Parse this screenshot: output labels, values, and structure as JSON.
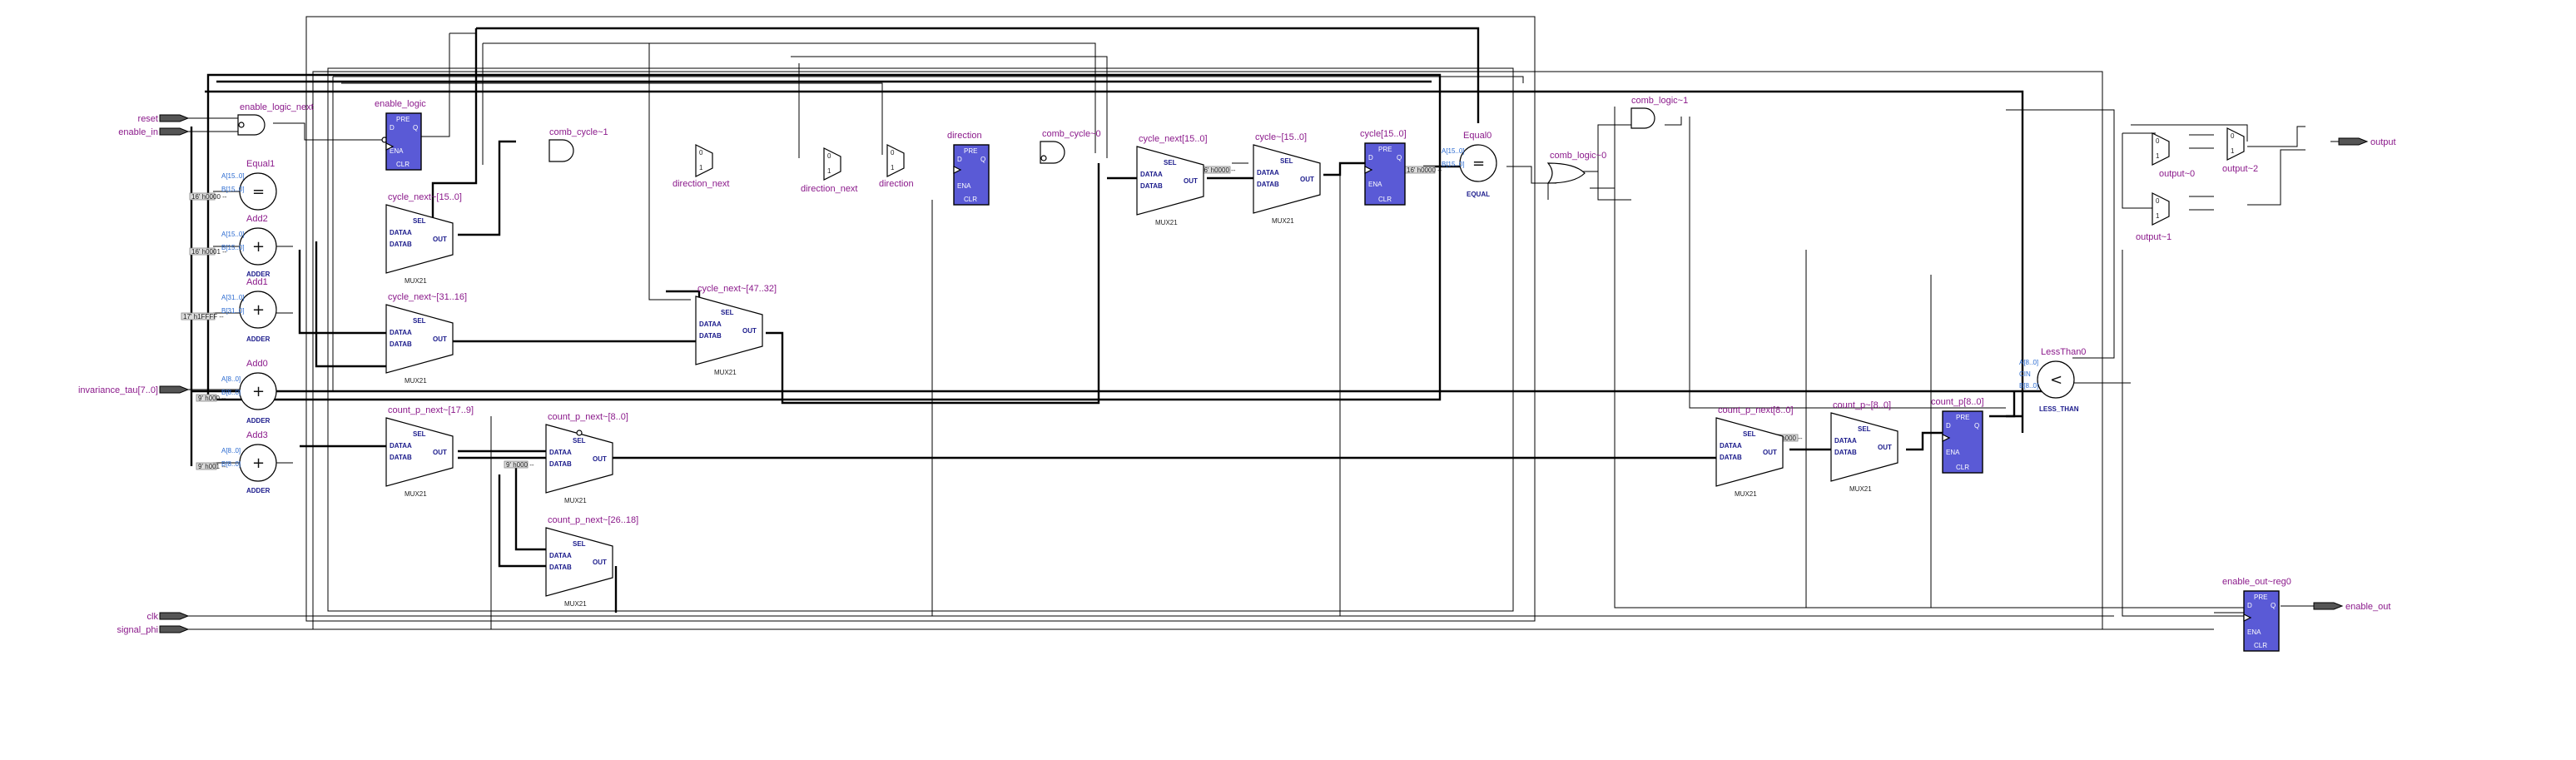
{
  "ports": {
    "inputs": [
      {
        "id": "reset",
        "label": "reset"
      },
      {
        "id": "enable_in",
        "label": "enable_in"
      },
      {
        "id": "invariance_tau",
        "label": "invariance_tau[7..0]"
      },
      {
        "id": "clk",
        "label": "clk"
      },
      {
        "id": "signal_phi",
        "label": "signal_phi"
      }
    ],
    "outputs": [
      {
        "id": "output",
        "label": "output"
      },
      {
        "id": "enable_out",
        "label": "enable_out"
      }
    ]
  },
  "registers": [
    {
      "id": "enable_logic",
      "label": "enable_logic",
      "kind": "PRE",
      "top": "D",
      "q": "Q",
      "en": "ENA",
      "bottom": "CLR"
    },
    {
      "id": "direction_reg",
      "label": "direction",
      "kind": "PRE",
      "top": "D",
      "q": "Q",
      "en": "ENA",
      "bottom": "CLR"
    },
    {
      "id": "cycle_reg",
      "label": "cycle[15..0]",
      "kind": "PRE",
      "top": "D",
      "q": "Q",
      "en": "ENA",
      "bottom": "CLR"
    },
    {
      "id": "count_p_reg",
      "label": "count_p[8..0]",
      "kind": "PRE",
      "top": "D",
      "q": "Q",
      "en": "ENA",
      "bottom": "CLR"
    },
    {
      "id": "enable_out_reg",
      "label": "enable_out~reg0",
      "kind": "PRE",
      "top": "D",
      "q": "Q",
      "en": "ENA",
      "bottom": "CLR"
    }
  ],
  "operators": [
    {
      "id": "equal1",
      "label": "Equal1",
      "symbol": "=",
      "type": "",
      "a": "A[15..0]",
      "b": "B[15..0]"
    },
    {
      "id": "add2",
      "label": "Add2",
      "symbol": "+",
      "type": "ADDER",
      "a": "A[15..0]",
      "b": "B[15..0]"
    },
    {
      "id": "add1",
      "label": "Add1",
      "symbol": "+",
      "type": "ADDER",
      "a": "A[31..0]",
      "b": "B[31..0]"
    },
    {
      "id": "add0",
      "label": "Add0",
      "symbol": "+",
      "type": "ADDER",
      "a": "A[8..0]",
      "b": "B[8..0]"
    },
    {
      "id": "add3",
      "label": "Add3",
      "symbol": "+",
      "type": "ADDER",
      "a": "A[8..0]",
      "b": "B[8..0]"
    },
    {
      "id": "equal0",
      "label": "Equal0",
      "symbol": "=",
      "type": "EQUAL",
      "a": "A[15..0]",
      "b": "B[15..0]"
    },
    {
      "id": "lessthan0",
      "label": "LessThan0",
      "symbol": "<",
      "type": "LESS_THAN",
      "a": "A[8..0]",
      "b": "B[8..0]",
      "cin": "CIN"
    }
  ],
  "muxes": [
    {
      "id": "m_cycle_next_15",
      "label": "cycle_next~[15..0]",
      "type": "MUX21",
      "sel": "SEL",
      "a": "DATAA",
      "b": "DATAB",
      "out": "OUT"
    },
    {
      "id": "m_cycle_next_31",
      "label": "cycle_next~[31..16]",
      "type": "MUX21",
      "sel": "SEL",
      "a": "DATAA",
      "b": "DATAB",
      "out": "OUT"
    },
    {
      "id": "m_count_p_next_17",
      "label": "count_p_next~[17..9]",
      "type": "MUX21",
      "sel": "SEL",
      "a": "DATAA",
      "b": "DATAB",
      "out": "OUT"
    },
    {
      "id": "m_count_p_next_8",
      "label": "count_p_next~[8..0]",
      "type": "MUX21",
      "sel": "SEL",
      "a": "DATAA",
      "b": "DATAB",
      "out": "OUT"
    },
    {
      "id": "m_count_p_next_26",
      "label": "count_p_next~[26..18]",
      "type": "MUX21",
      "sel": "SEL",
      "a": "DATAA",
      "b": "DATAB",
      "out": "OUT"
    },
    {
      "id": "m_cycle_next_47",
      "label": "cycle_next~[47..32]",
      "type": "MUX21",
      "sel": "SEL",
      "a": "DATAA",
      "b": "DATAB",
      "out": "OUT"
    },
    {
      "id": "m_cycle_next_15b",
      "label": "cycle_next[15..0]",
      "type": "MUX21",
      "sel": "SEL",
      "a": "DATAA",
      "b": "DATAB",
      "out": "OUT"
    },
    {
      "id": "m_cycle_15",
      "label": "cycle~[15..0]",
      "type": "MUX21",
      "sel": "SEL",
      "a": "DATAA",
      "b": "DATAB",
      "out": "OUT"
    },
    {
      "id": "m_count_p_next",
      "label": "count_p_next[8..0]",
      "type": "MUX21",
      "sel": "SEL",
      "a": "DATAA",
      "b": "DATAB",
      "out": "OUT"
    },
    {
      "id": "m_count_p",
      "label": "count_p~[8..0]",
      "type": "MUX21",
      "sel": "SEL",
      "a": "DATAA",
      "b": "DATAB",
      "out": "OUT"
    }
  ],
  "small_muxes": [
    {
      "id": "direction_next",
      "label": "direction_next"
    },
    {
      "id": "direction_next_b",
      "label": "direction_next"
    },
    {
      "id": "direction_mux",
      "label": "direction"
    },
    {
      "id": "output0",
      "label": "output~0"
    },
    {
      "id": "output1",
      "label": "output~1"
    },
    {
      "id": "output2",
      "label": "output~2"
    }
  ],
  "gates": [
    {
      "id": "enable_logic_next",
      "label": "enable_logic_next"
    },
    {
      "id": "comb_cycle1",
      "label": "comb_cycle~1"
    },
    {
      "id": "comb_cycle0",
      "label": "comb_cycle~0"
    },
    {
      "id": "comb_logic1",
      "label": "comb_logic~1"
    },
    {
      "id": "comb_logic0",
      "label": "comb_logic~0"
    }
  ],
  "constants": [
    "16' h0000 --",
    "16' h0001 --",
    "16' h0000 --",
    "17' h1FFFF --",
    "9' h000 --",
    "9' h001 --",
    "9' h000 --",
    "16' h0000 --",
    "9' h000 --"
  ],
  "colors": {
    "wire": "#000000",
    "label": "#8b1a8b",
    "register": "#5a5ad6",
    "pin_label": "#2a6ad0"
  }
}
